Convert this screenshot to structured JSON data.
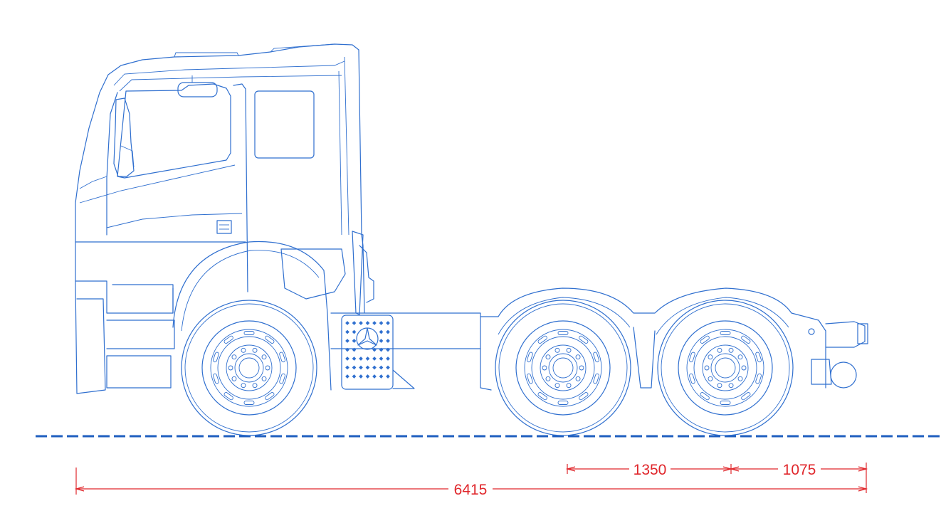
{
  "diagram": {
    "subject": "truck-tractor-side-view",
    "brand_logo": "three-pointed-star-emblem",
    "colors": {
      "outline": "#2f6fcf",
      "ground_line": "#1f5fbf",
      "dimension": "#e0262b",
      "background": "#ffffff"
    },
    "axle_count": 3,
    "dimensions": {
      "overall_length": "6415",
      "axle_spacing": "1350",
      "rear_overhang": "1075"
    }
  }
}
